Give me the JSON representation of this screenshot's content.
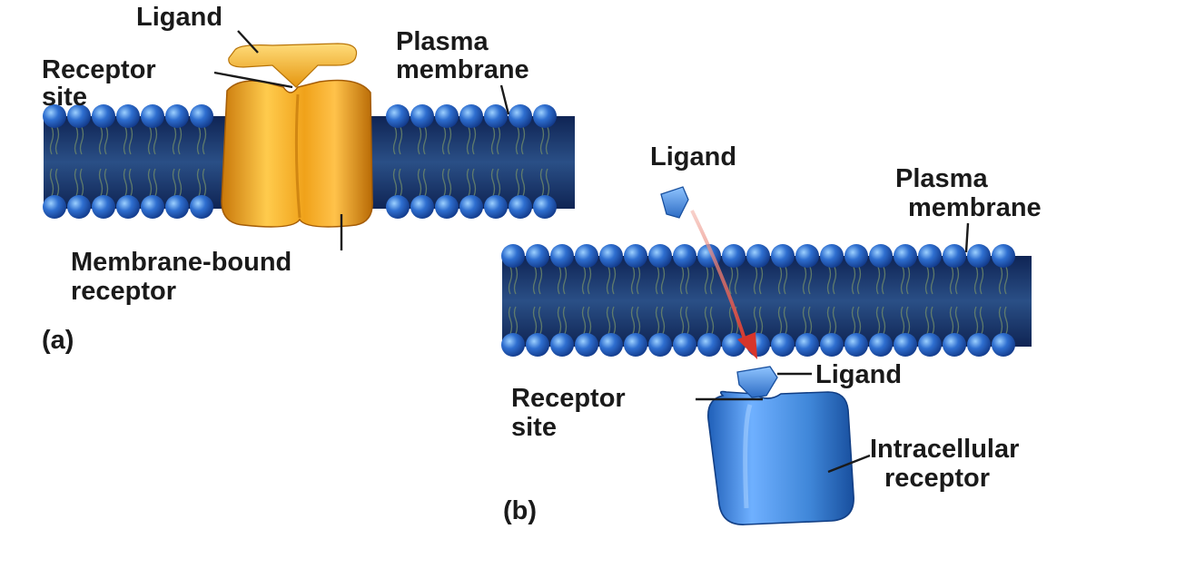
{
  "panel_a": {
    "ligand_label": "Ligand",
    "receptor_site_label_1": "Receptor",
    "receptor_site_label_2": "site",
    "membrane_label_1": "Plasma",
    "membrane_label_2": "membrane",
    "receptor_label_1": "Membrane-bound",
    "receptor_label_2": "receptor",
    "panel_label": "(a)"
  },
  "panel_b": {
    "ligand_label_top": "Ligand",
    "membrane_label_1": "Plasma",
    "membrane_label_2": "membrane",
    "ligand_label_bottom": "Ligand",
    "receptor_site_label_1": "Receptor",
    "receptor_site_label_2": "site",
    "receptor_label_1": "Intracellular",
    "receptor_label_2": "receptor",
    "panel_label": "(b)"
  },
  "colors": {
    "membrane_dark": "#16306a",
    "membrane_head": "#2f6fd0",
    "receptor_gold": "#f0a21a",
    "receptor_blue": "#3f86d8",
    "arrow": "#e0483a"
  }
}
